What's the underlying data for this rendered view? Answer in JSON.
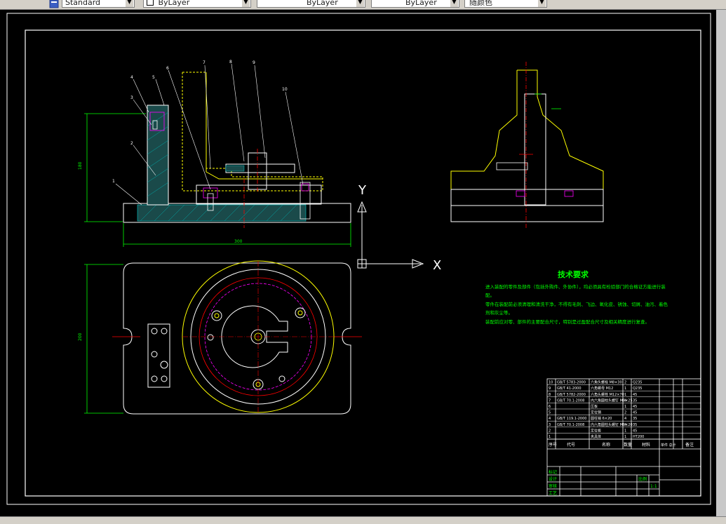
{
  "toolbar": {
    "textstyle_value": "Standard",
    "layer_value": "ByLayer",
    "linetype_value": "ByLayer",
    "lineweight_value": "ByLayer",
    "color_value": "随颜色"
  },
  "drawing": {
    "part_numbers": [
      "1",
      "2",
      "3",
      "4",
      "5",
      "6",
      "7",
      "8",
      "9",
      "10"
    ],
    "dimension_height": "180",
    "dimension_width": "300",
    "dimension_width2": "200",
    "ucs_y": "Y",
    "ucs_x": "X",
    "tech_title": "技术要求",
    "tech_lines": [
      "进入装配的零件及部件（包括外购件、外协件），均必须具有检验部门的合格证方能进行装",
      "配。",
      "零件在装配前必须清理和清洗干净，不得有毛刺、飞边、氧化皮、锈蚀、切屑、油污、着色",
      "剂和灰尘等。",
      "装配前应对零、部件的主要配合尺寸，特别是过盈配合尺寸及相关精度进行复查。"
    ]
  },
  "title_block": {
    "bom_rows": [
      [
        "10",
        "GB/T 5783-2000",
        "六角头螺栓 M8×30",
        "2",
        "Q235",
        ""
      ],
      [
        "9",
        "GB/T 41-2000",
        "六角螺母 M12",
        "1",
        "Q235",
        ""
      ],
      [
        "8",
        "GB/T 5782-2000",
        "六角头螺栓 M12×70",
        "1",
        "45",
        ""
      ],
      [
        "7",
        "GB/T 70.1-2008",
        "内六角圆柱头螺钉 M8×25",
        "4",
        "35",
        ""
      ],
      [
        "6",
        "",
        "压板",
        "1",
        "45",
        ""
      ],
      [
        "5",
        "",
        "定位销",
        "2",
        "45",
        ""
      ],
      [
        "4",
        "GB/T 119.1-2000",
        "圆柱销 6×20",
        "4",
        "35",
        ""
      ],
      [
        "3",
        "GB/T 70.1-2008",
        "内六角圆柱头螺钉 M6×20",
        "4",
        "35",
        ""
      ],
      [
        "2",
        "",
        "定位板",
        "1",
        "45",
        ""
      ],
      [
        "1",
        "",
        "夹具体",
        "1",
        "HT200",
        ""
      ]
    ],
    "header": {
      "seq": "序号",
      "code": "代号",
      "name": "名称",
      "qty": "数量",
      "material": "材料",
      "weight": "单件 总计",
      "note": "备注"
    },
    "sign_rows": [
      "标记",
      "设计",
      "审核",
      "工艺"
    ],
    "scale_label": "比例",
    "scale_value": "1:1"
  }
}
